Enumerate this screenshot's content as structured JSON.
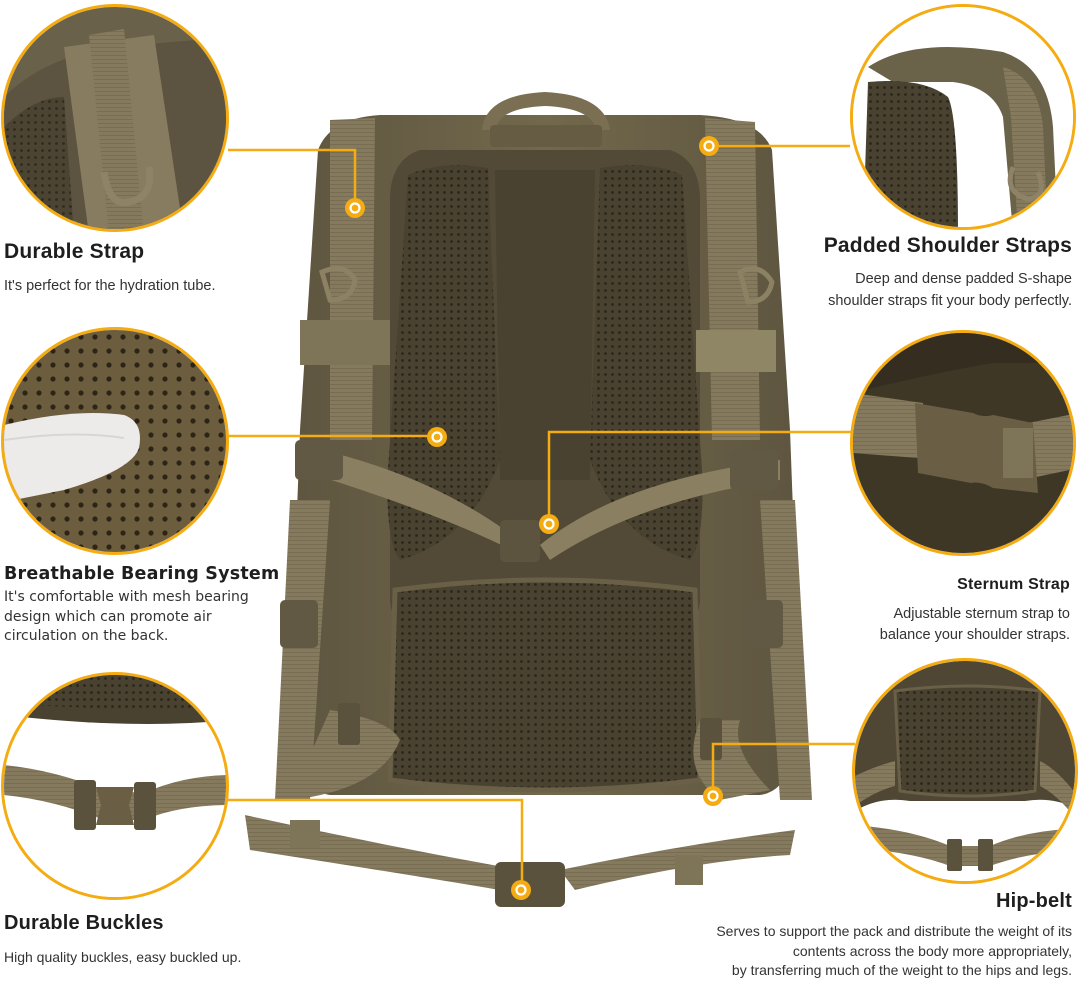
{
  "colors": {
    "accent": "#f4ac12",
    "pack_main": "#6e6449",
    "pack_dark": "#4a4230",
    "mesh": "#3f3828",
    "webbing": "#857a5d",
    "text_heading": "#1e1e1e",
    "text_body": "#333333",
    "background": "#ffffff"
  },
  "features": [
    {
      "id": "durable-strap",
      "title": "Durable Strap",
      "description": "It's perfect for the hydration tube.",
      "detail_image": "shoulder strap with D-ring close-up"
    },
    {
      "id": "padded-shoulder-straps",
      "title": "Padded Shoulder Straps",
      "description_lines": [
        "Deep and dense padded S-shape",
        "shoulder straps fit your body perfectly."
      ],
      "detail_image": "padded mesh shoulder strap close-up"
    },
    {
      "id": "breathable-bearing-system",
      "title": "Breathable Bearing System",
      "description_lines": [
        "It's comfortable with mesh bearing",
        "design which can promote air",
        "circulation on the back."
      ],
      "detail_image": "finger pressing perforated mesh"
    },
    {
      "id": "sternum-strap",
      "title": "Sternum Strap",
      "description_lines": [
        "Adjustable sternum strap to",
        "balance your shoulder straps."
      ],
      "detail_image": "sternum strap buckle close-up"
    },
    {
      "id": "durable-buckles",
      "title": "Durable Buckles",
      "description": "High quality buckles, easy buckled up.",
      "detail_image": "hip belt buckle close-up"
    },
    {
      "id": "hip-belt",
      "title": "Hip-belt",
      "description_lines": [
        "Serves to support the pack and distribute the weight of its",
        "contents across the body more appropriately,",
        "by transferring much of the weight to the hips and legs."
      ],
      "detail_image": "lumbar pad with hip belt close-up"
    }
  ]
}
